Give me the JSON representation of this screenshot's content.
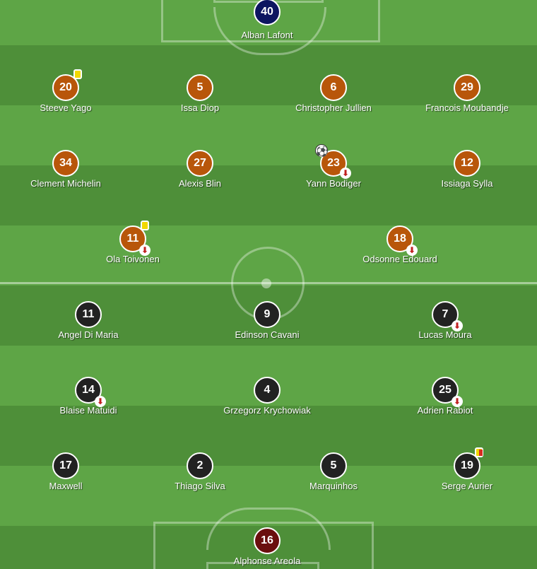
{
  "colors": {
    "home_team": "#b8560a",
    "away_team": "#222222",
    "home_gk": "#0d1560",
    "away_gk": "#6a0e0e",
    "pitch": "#5a9e43"
  },
  "icons": {
    "yellow_card": "yellow-card-icon",
    "yellow_red_card": "yellow-red-card-icon",
    "sub_off": "substitution-off-icon",
    "goal": "goal-ball-icon",
    "sub_glyph": "⬇",
    "ball_glyph": "⚽"
  },
  "home_team": {
    "goalkeeper": {
      "number": "40",
      "name": "Alban Lafont"
    },
    "defenders": [
      {
        "number": "20",
        "name": "Steeve Yago",
        "yellow_card": true
      },
      {
        "number": "5",
        "name": "Issa Diop"
      },
      {
        "number": "6",
        "name": "Christopher Jullien"
      },
      {
        "number": "29",
        "name": "Francois Moubandje"
      }
    ],
    "midfielders": [
      {
        "number": "34",
        "name": "Clement Michelin"
      },
      {
        "number": "27",
        "name": "Alexis Blin"
      },
      {
        "number": "23",
        "name": "Yann Bodiger",
        "goal": true,
        "subbed_off": true
      },
      {
        "number": "12",
        "name": "Issiaga Sylla"
      }
    ],
    "forwards": [
      {
        "number": "11",
        "name": "Ola Toivonen",
        "yellow_card": true,
        "subbed_off": true
      },
      {
        "number": "18",
        "name": "Odsonne Edouard",
        "subbed_off": true
      }
    ]
  },
  "away_team": {
    "forwards": [
      {
        "number": "11",
        "name": "Angel Di Maria"
      },
      {
        "number": "9",
        "name": "Edinson Cavani"
      },
      {
        "number": "7",
        "name": "Lucas Moura",
        "subbed_off": true
      }
    ],
    "midfielders": [
      {
        "number": "14",
        "name": "Blaise Matuidi",
        "subbed_off": true
      },
      {
        "number": "4",
        "name": "Grzegorz Krychowiak"
      },
      {
        "number": "25",
        "name": "Adrien Rabiot",
        "subbed_off": true
      }
    ],
    "defenders": [
      {
        "number": "17",
        "name": "Maxwell"
      },
      {
        "number": "2",
        "name": "Thiago Silva"
      },
      {
        "number": "5",
        "name": "Marquinhos"
      },
      {
        "number": "19",
        "name": "Serge Aurier",
        "red_card": true
      }
    ],
    "goalkeeper": {
      "number": "16",
      "name": "Alphonse Areola"
    }
  }
}
